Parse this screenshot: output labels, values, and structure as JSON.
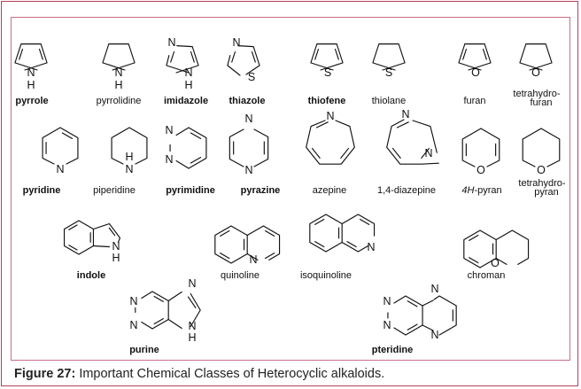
{
  "caption": {
    "label": "Figure 27:",
    "text": " Important Chemical Classes of Heterocyclic alkaloids."
  },
  "compounds": {
    "pyrrole": "pyrrole",
    "pyrrolidine": "pyrrolidine",
    "imidazole": "imidazole",
    "thiazole": "thiazole",
    "thiofene": "thiofene",
    "thiolane": "thiolane",
    "furan": "furan",
    "thf_1": "tetrahydro-",
    "thf_2": "furan",
    "pyridine": "pyridine",
    "piperidine": "piperidine",
    "pyrimidine": "pyrimidine",
    "pyrazine": "pyrazine",
    "azepine": "azepine",
    "diazepine": "1,4-diazepine",
    "pyran_italic": "4H",
    "pyran_rest": "-pyran",
    "thp_1": "tetrahydro-",
    "thp_2": "pyran",
    "indole": "indole",
    "quinoline": "quinoline",
    "isoquinoline": "isoquinoline",
    "chroman": "chroman",
    "purine": "purine",
    "pteridine": "pteridine"
  },
  "atoms": {
    "N": "N",
    "H": "H",
    "S": "S",
    "O": "O"
  }
}
